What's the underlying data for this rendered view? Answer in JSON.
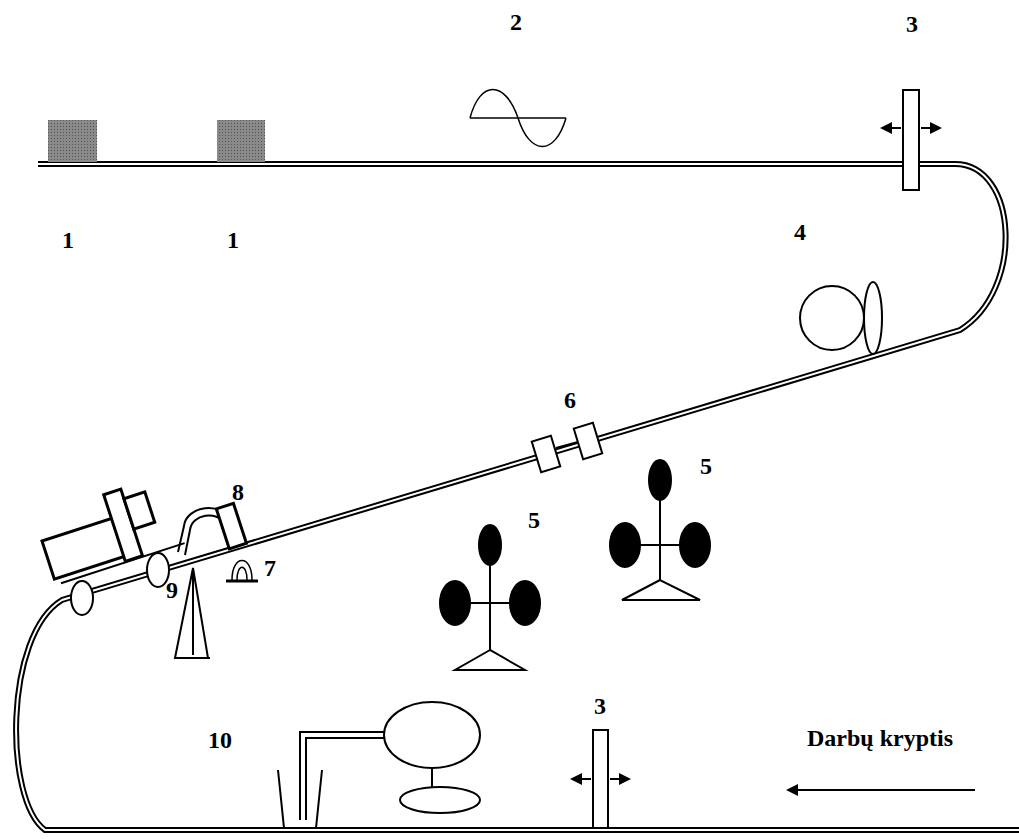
{
  "diagram": {
    "labels": [
      "2",
      "3",
      "1",
      "1",
      "4",
      "6",
      "5",
      "5",
      "8",
      "7",
      "9",
      "10",
      "3",
      "Darbų kryptis"
    ]
  }
}
